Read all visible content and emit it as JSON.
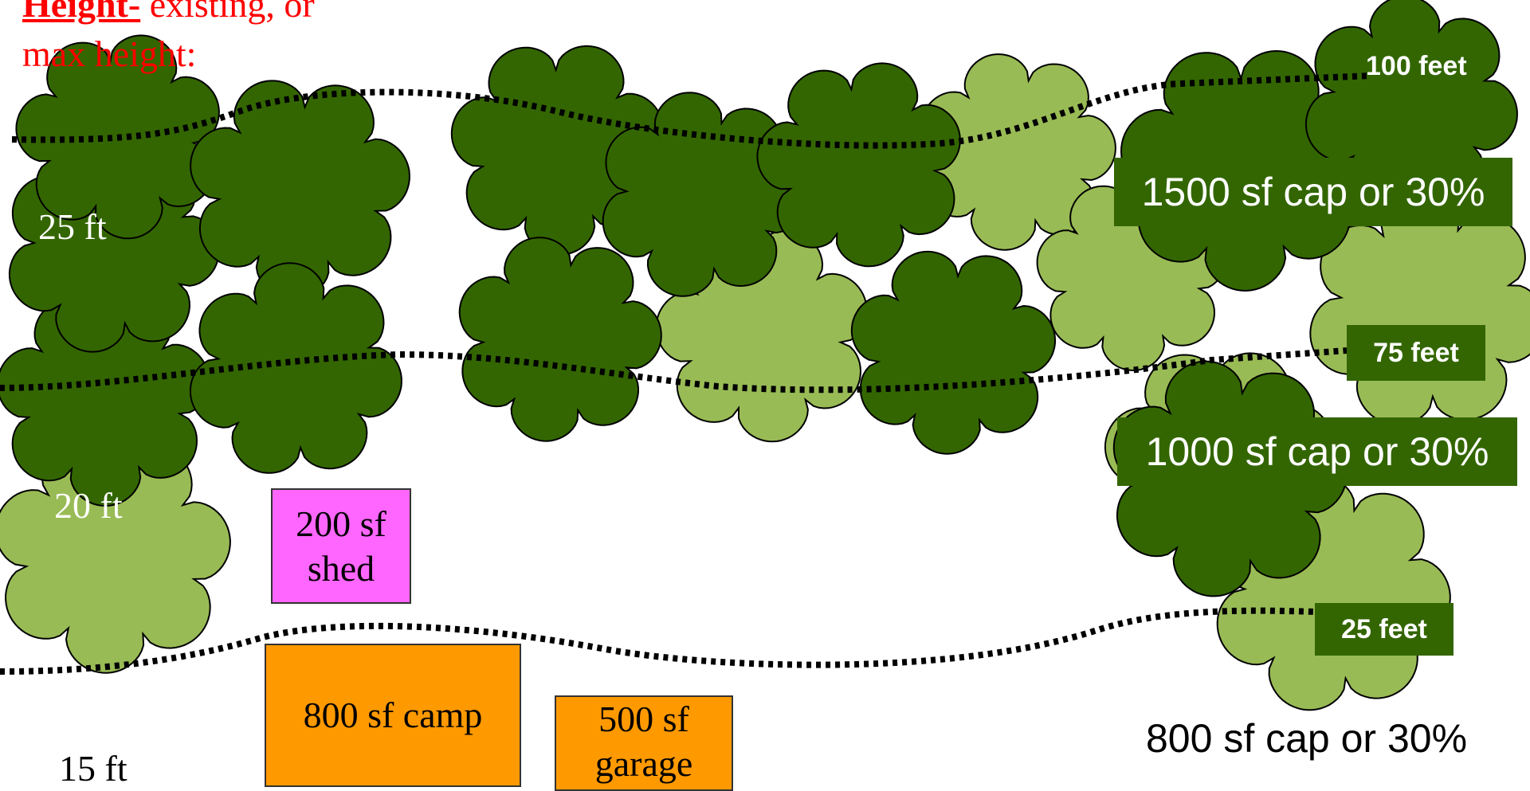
{
  "title": {
    "key": "Height-",
    "rest_line1": " existing, or",
    "line2": "max height:"
  },
  "zone_heights": {
    "z25": "25 ft",
    "z20": "20 ft",
    "z15": "15 ft"
  },
  "structures": {
    "shed": {
      "line1": "200 sf",
      "line2": "shed",
      "color": "#ff66ff"
    },
    "camp": {
      "line1": "800 sf camp",
      "color": "#ff9900"
    },
    "garage": {
      "line1": "500 sf",
      "line2": "garage",
      "color": "#ff9900"
    }
  },
  "caps": {
    "cap1500": "1500 sf cap or 30%",
    "cap1000": "1000 sf cap or 30%",
    "cap800": "800 sf cap or 30%"
  },
  "setbacks": {
    "feet100": "100 feet",
    "feet75": "75 feet",
    "feet25": "25 feet"
  },
  "colors": {
    "dark_tree": "#336600",
    "light_tree": "#99bb55",
    "title_red": "#ff0000"
  }
}
